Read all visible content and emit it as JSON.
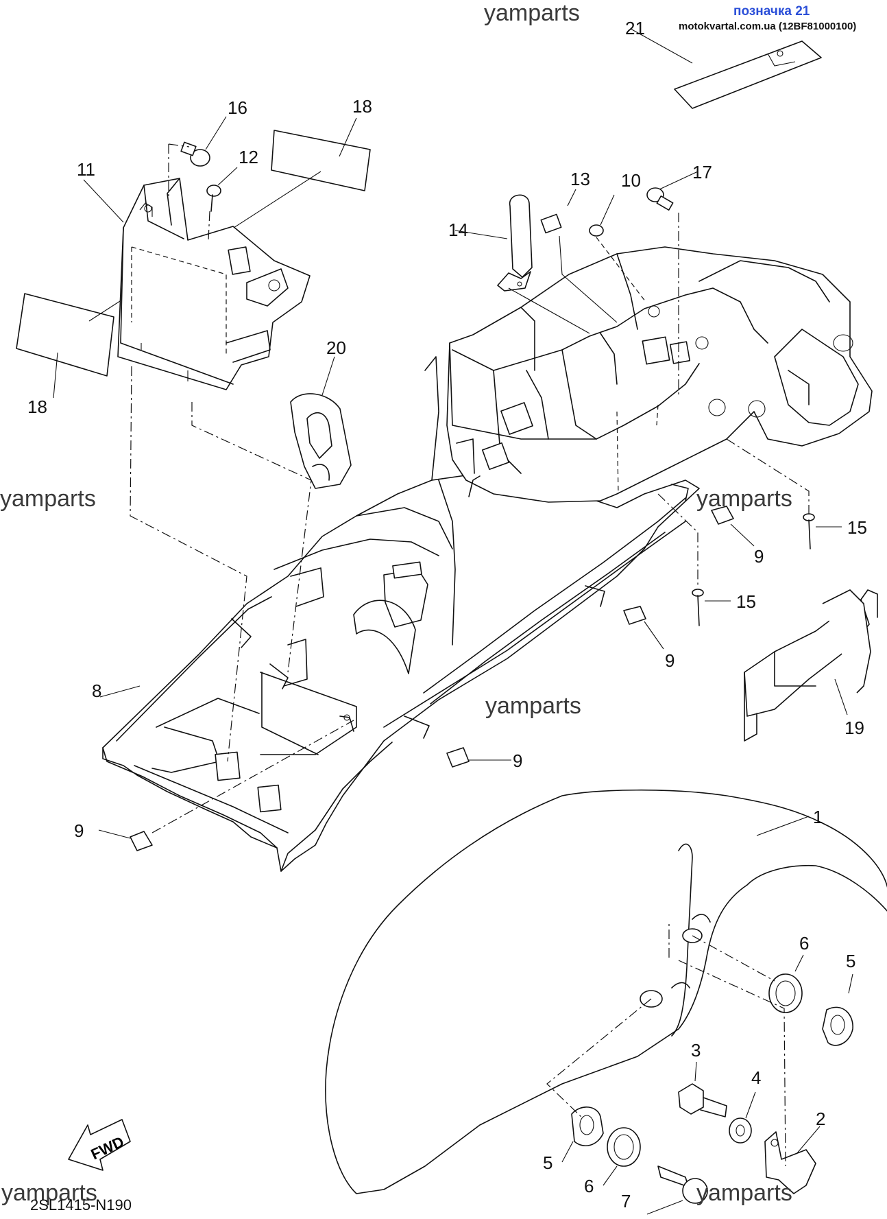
{
  "header": {
    "tag_label": "позначка 21",
    "site_label": "motokvartal.com.ua (12BF81000100)"
  },
  "diagram": {
    "code": "2SL1415-N190",
    "fwd_label": "FWD",
    "watermark": "yamparts",
    "callouts": [
      "21",
      "16",
      "18",
      "12",
      "11",
      "18",
      "13",
      "10",
      "17",
      "14",
      "20",
      "15",
      "9",
      "15",
      "9",
      "19",
      "8",
      "9",
      "9",
      "1",
      "6",
      "5",
      "3",
      "4",
      "2",
      "5",
      "6",
      "7"
    ]
  }
}
